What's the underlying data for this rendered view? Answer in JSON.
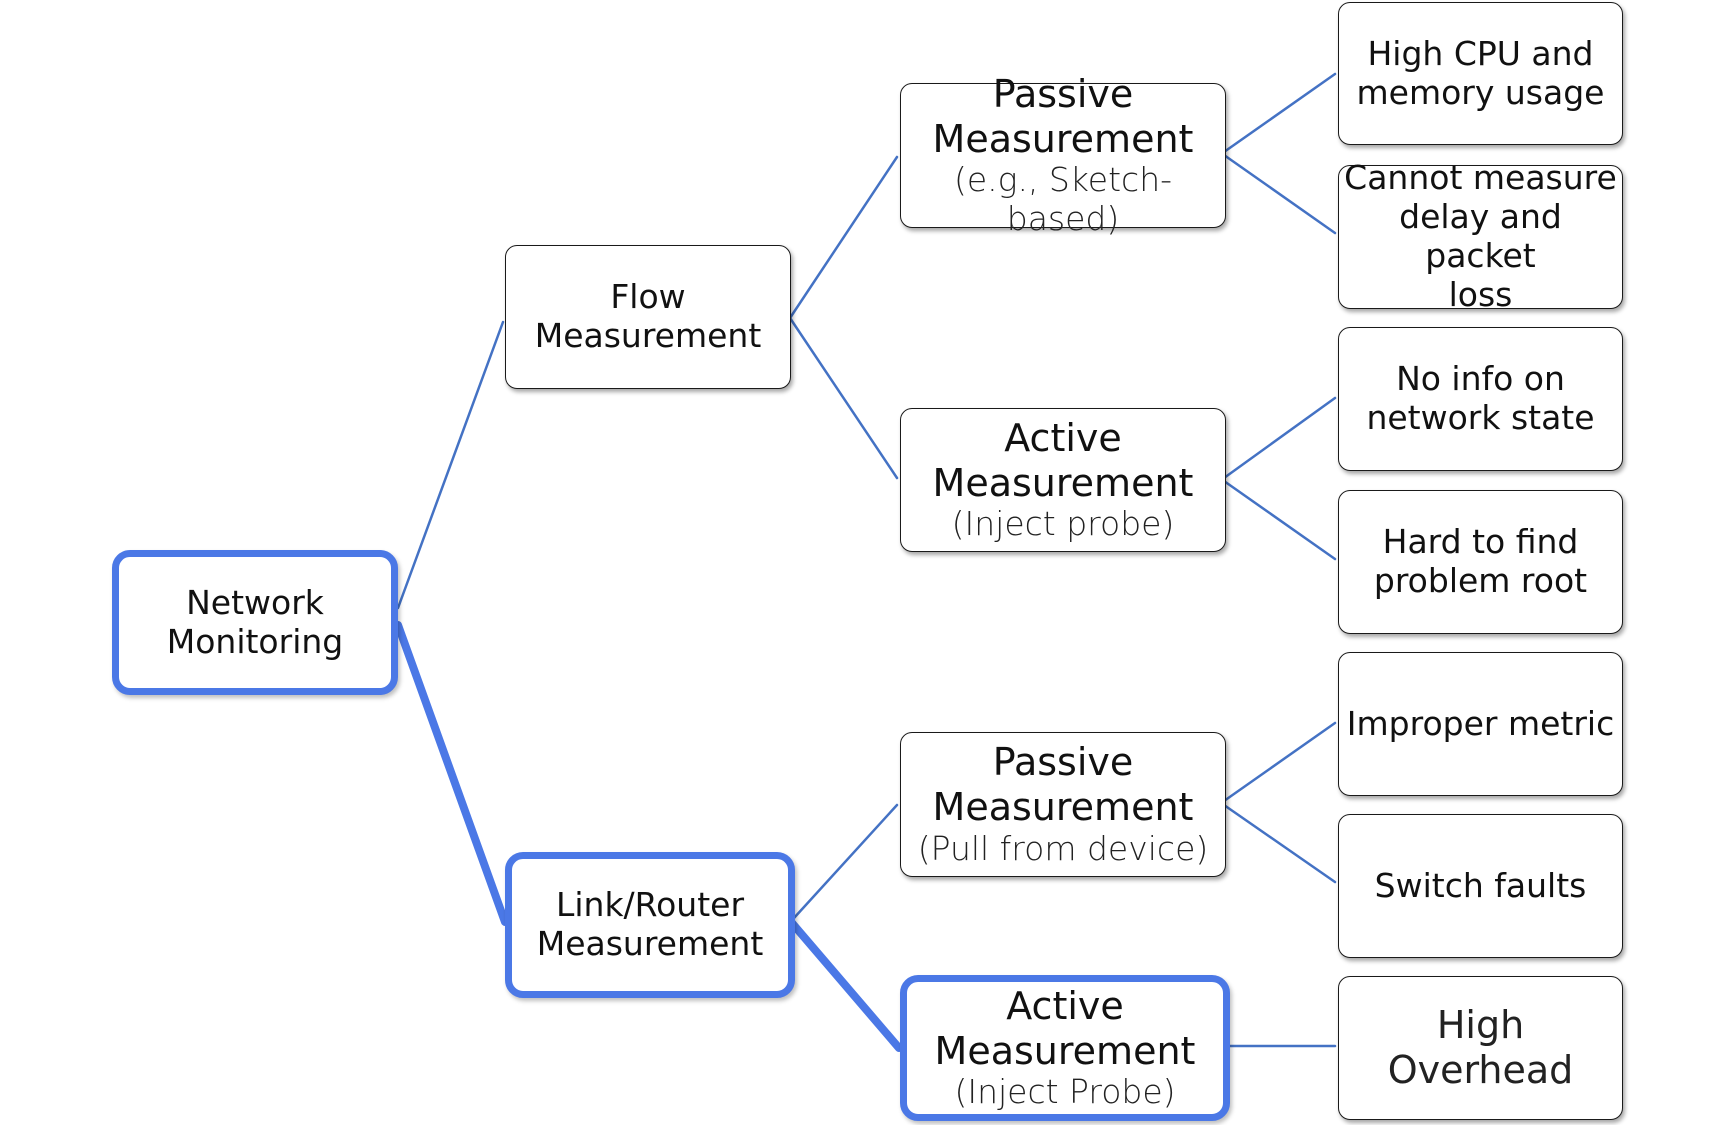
{
  "colors": {
    "link": "#4472c4",
    "highlight": "#4b78e6",
    "border": "#1a1a1a"
  },
  "nodes": {
    "root": {
      "line1": "Network",
      "line2": "Monitoring"
    },
    "flow": {
      "line1": "Flow",
      "line2": "Measurement"
    },
    "link_router": {
      "line1": "Link/Router",
      "line2": "Measurement"
    },
    "flow_passive": {
      "line1": "Passive",
      "line2": "Measurement",
      "note": "(e.g., Sketch-based)"
    },
    "flow_active": {
      "line1": "Active",
      "line2": "Measurement",
      "note": "(Inject probe)"
    },
    "lr_passive": {
      "line1": "Passive",
      "line2": "Measurement",
      "note": "(Pull from device)"
    },
    "lr_active": {
      "line1": "Active",
      "line2": "Measurement",
      "note": "(Inject Probe)"
    }
  },
  "issues": {
    "high_cpu": {
      "line1": "High CPU and",
      "line2": "memory usage"
    },
    "no_delay": {
      "line1": "Cannot measure",
      "line2": "delay and packet",
      "line3": "loss"
    },
    "no_info": {
      "line1": "No info on",
      "line2": "network state"
    },
    "hard_root": {
      "line1": "Hard to find",
      "line2": "problem root"
    },
    "improper": {
      "line1": "Improper metric"
    },
    "switch_faults": {
      "line1": "Switch faults"
    },
    "high_overhead": {
      "line1": "High Overhead"
    }
  }
}
